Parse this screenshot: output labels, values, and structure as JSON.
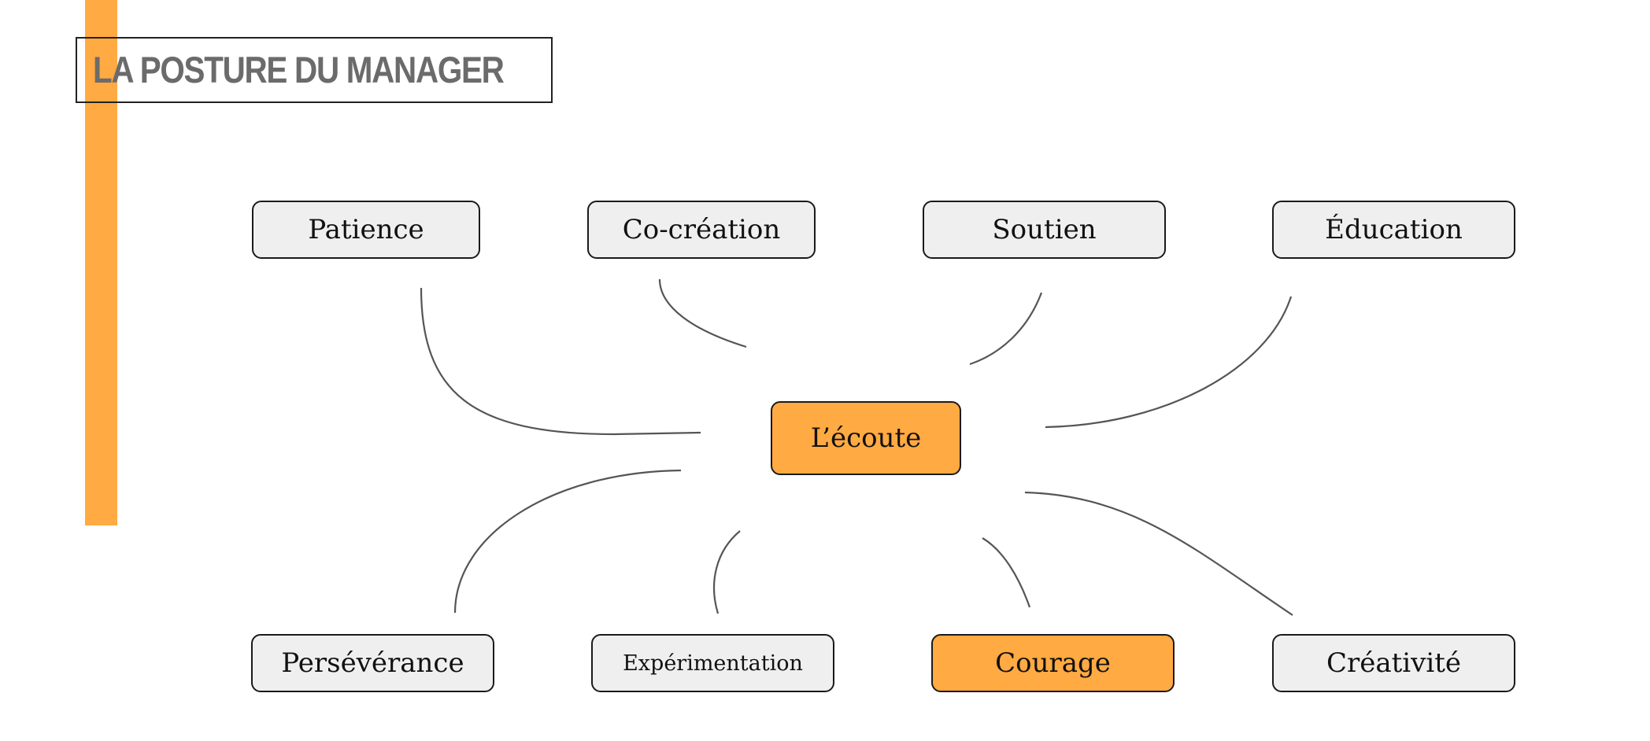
{
  "title": "LA POSTURE DU MANAGER",
  "colors": {
    "accent": "#FFAA42",
    "node_fill": "#efefef",
    "node_border": "#1a1a1a",
    "title_text": "#6b6b6b",
    "connector": "#555555"
  },
  "diagram": {
    "center": {
      "label": "L’écoute",
      "highlighted": true
    },
    "top_row": [
      {
        "label": "Patience",
        "highlighted": false
      },
      {
        "label": "Co-création",
        "highlighted": false
      },
      {
        "label": "Soutien",
        "highlighted": false
      },
      {
        "label": "Éducation",
        "highlighted": false
      }
    ],
    "bottom_row": [
      {
        "label": "Persévérance",
        "highlighted": false
      },
      {
        "label": "Expérimentation",
        "highlighted": false
      },
      {
        "label": "Courage",
        "highlighted": true
      },
      {
        "label": "Créativité",
        "highlighted": false
      }
    ]
  }
}
